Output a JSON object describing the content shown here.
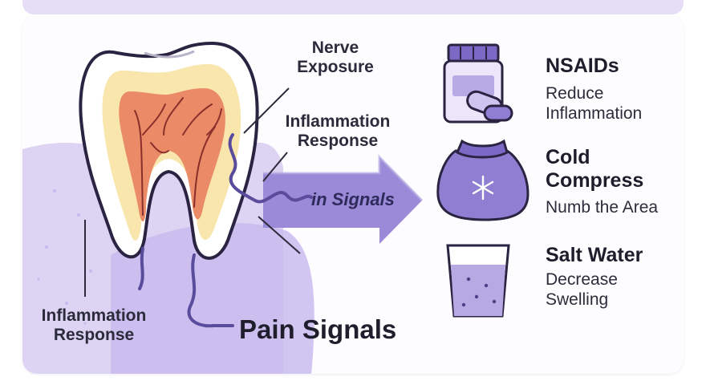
{
  "labels": {
    "nerve_exposure": "Nerve\nExposure",
    "inflammation_top": "Inflammation\nResponse",
    "signals_arrow": "in Signals",
    "inflammation_bottom": "Inflammation\nResponse",
    "pain_signals": "Pain Signals"
  },
  "remedies": [
    {
      "title": "NSAIDs",
      "description": "Reduce\nInflammation",
      "icon": "pill-bottle-icon"
    },
    {
      "title": "Cold\nCompress",
      "description": "Numb the Area",
      "icon": "ice-pack-icon"
    },
    {
      "title": "Salt Water",
      "description": "Decrease\nSwelling",
      "icon": "water-glass-icon"
    }
  ],
  "colors": {
    "accent": "#8f7fd3",
    "accent_dark": "#4b3f86",
    "gum": "#d8cdf1",
    "pulp": "#ea8a66",
    "dentin": "#f8e6ad",
    "enamel": "#ffffff"
  }
}
